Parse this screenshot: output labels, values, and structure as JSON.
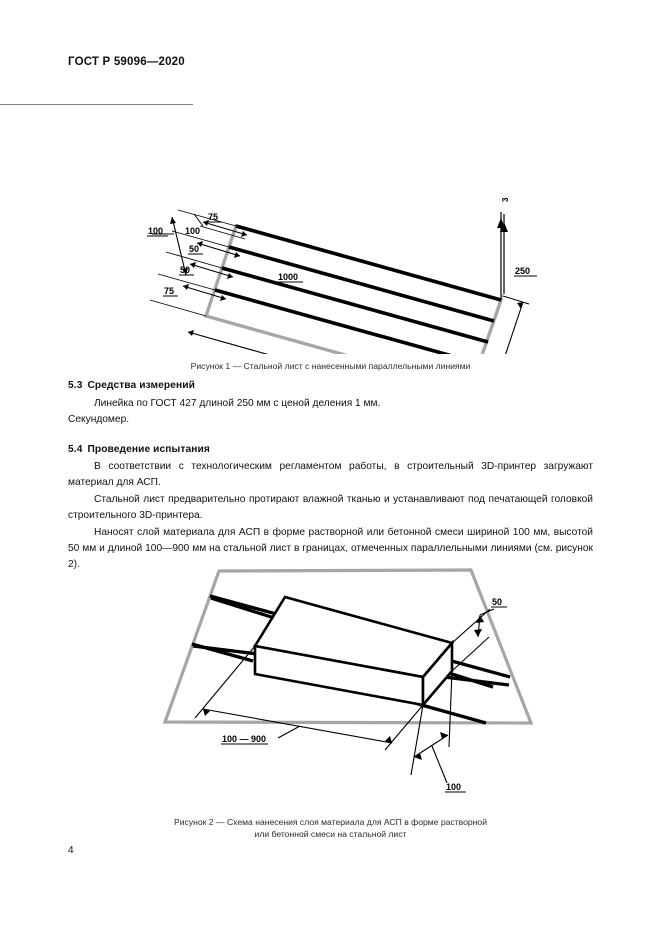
{
  "header": {
    "standard_title": "ГОСТ Р 59096—2020"
  },
  "page": {
    "number": "4"
  },
  "figures": [
    {
      "id": "figure-1",
      "caption": "Рисунок 1 — Стальной лист с нанесенными параллельными линиями",
      "caption_line2": "",
      "alt": "Изометрическое изображение стального листа с нанесенными параллельными линиями",
      "dimensions": {
        "d_top_75": "75",
        "d_total_100": "100",
        "d_mid_50_a": "50",
        "d_mid_50_b": "50",
        "d_bottom_75": "75",
        "d_length_1000": "1000",
        "d_width_250": "250",
        "d_thickness_3": "3"
      }
    },
    {
      "id": "figure-2",
      "caption": "Рисунок 2 — Схема нанесения слоя материала для АСП в форме растворной",
      "caption_line2": "или бетонной смеси на стальной лист",
      "alt": "Схема нанесения слоя материала на стальной лист",
      "dimensions": {
        "d_height_50": "50",
        "d_length_100_900": "100 — 900",
        "d_width_100": "100"
      }
    }
  ],
  "sections": [
    {
      "number": "5.3",
      "title": "Средства измерений",
      "paragraphs": [
        "Линейка по ГОСТ 427 длиной 250 мм с ценой деления 1 мм.",
        "Секундомер."
      ]
    },
    {
      "number": "5.4",
      "title": "Проведение испытания",
      "paragraphs": [
        "В соответствии с технологическим регламентом работы, в строительный 3D-принтер загружают материал для АСП.",
        "Стальной лист предварительно протирают влажной тканью и устанавливают под печатающей головкой строительного 3D-принтера.",
        "Наносят слой материала для АСП в форме растворной или бетонной смеси шириной 100 мм, высотой 50 мм и длиной 100—900 мм на стальной лист в границах, отмеченных параллельными линиями (см. рисунок 2)."
      ]
    }
  ],
  "colors": {
    "plate_edge": "#a6a6a6",
    "line_black": "#000000",
    "text": "#111111",
    "page_bg": "#ffffff"
  }
}
